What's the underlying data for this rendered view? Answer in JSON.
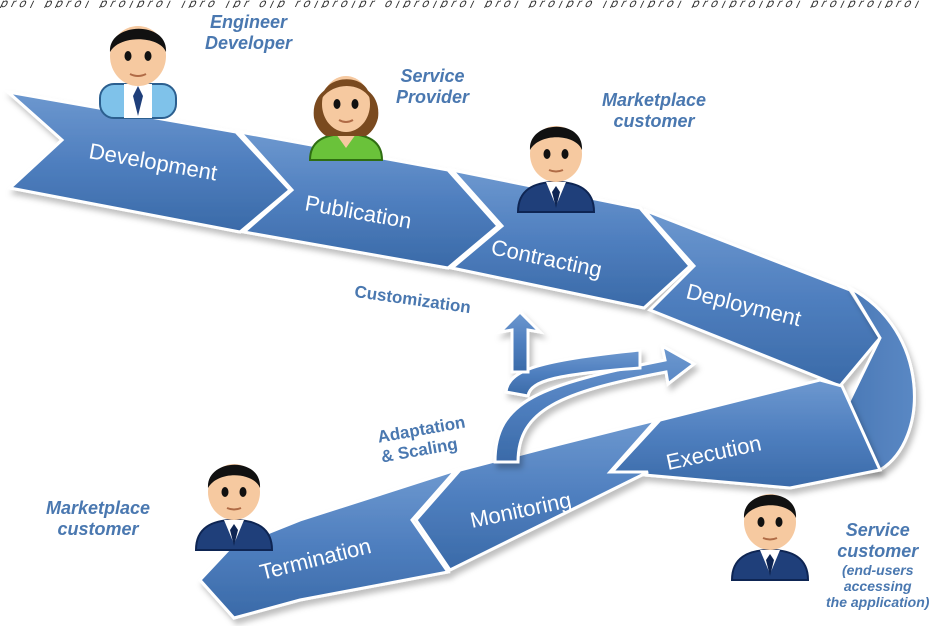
{
  "header_text": "𝑝𝑟𝑜𝑗 𝑝𝑝𝑟𝑜𝑗 𝑝𝑟𝑜𝑗𝑝𝑟𝑜𝑗 𝑗𝑝𝑟𝑜 𝑗𝑝𝑟 𝑜𝑗𝑝 𝑟𝑜𝑗𝑝𝑟𝑜𝑗𝑝𝑟 𝑜𝑗𝑝𝑟𝑜𝑗𝑝𝑟𝑜𝑗 𝑝𝑟𝑜𝑗 𝑝𝑟𝑜𝑗𝑝𝑟𝑜 𝑗𝑝𝑟𝑜𝑗𝑝𝑟𝑜𝑗 𝑝𝑟𝑜𝑗𝑝𝑟𝑜𝑗𝑝𝑟𝑜𝑗 𝑝𝑟𝑜𝑗𝑝𝑟𝑜𝑗𝑝𝑟𝑜𝑗",
  "stages": {
    "development": "Development",
    "publication": "Publication",
    "contracting": "Contracting",
    "deployment": "Deployment",
    "execution": "Execution",
    "monitoring": "Monitoring",
    "termination": "Termination"
  },
  "loops": {
    "customization": "Customization",
    "adaptation_line1": "Adaptation",
    "adaptation_line2": "& Scaling"
  },
  "actors": {
    "engineer": {
      "line1": "Engineer",
      "line2": "Developer"
    },
    "service_provider": {
      "line1": "Service",
      "line2": "Provider"
    },
    "marketplace_top": {
      "line1": "Marketplace",
      "line2": "customer"
    },
    "marketplace_bottom": {
      "line1": "Marketplace",
      "line2": "customer"
    },
    "service_customer": {
      "line1": "Service",
      "line2": "customer",
      "line3": "(end-users",
      "line4": "accessing",
      "line5": "the application)"
    }
  },
  "colors": {
    "band": "#4f7fbf",
    "band_dark": "#35639f",
    "band_edge": "#ffffff",
    "label_blue": "#4a78b0",
    "suit": "#1f3f7a",
    "shirt_provider": "#6ac23a",
    "shirt_engineer": "#7fc2ea",
    "skin": "#f6c9a0",
    "hair": "#111111",
    "hair_brown": "#7a4a1f"
  },
  "icons": [
    "person-engineer-icon",
    "person-provider-icon",
    "person-suit-icon"
  ]
}
